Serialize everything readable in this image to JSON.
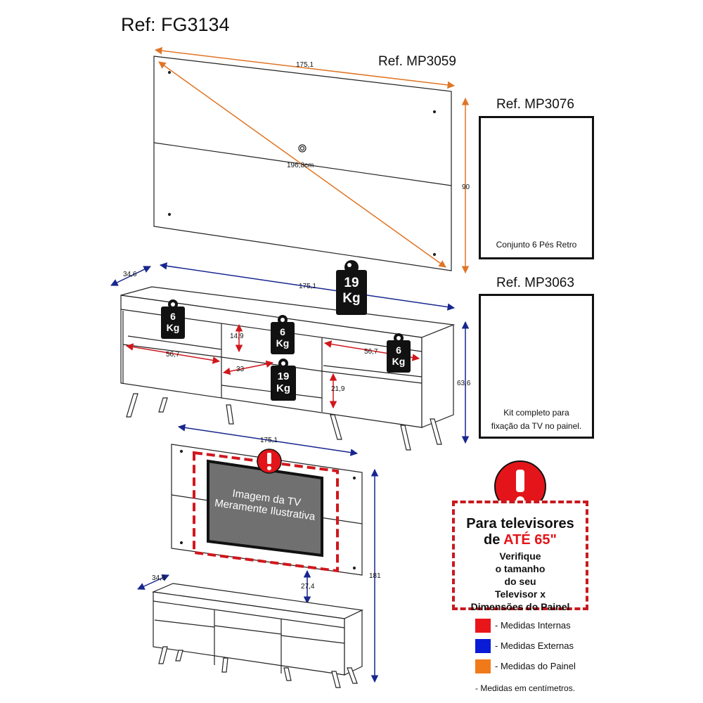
{
  "refs": {
    "main": "Ref: FG3134",
    "panel": "Ref. MP3059",
    "legs": "Ref. MP3076",
    "kit": "Ref. MP3063"
  },
  "panel_dims": {
    "width": "175,1",
    "diagonal": "196,8cm",
    "height": "90"
  },
  "rack_dims": {
    "depth": "34,6",
    "width": "175,1",
    "height": "63,6",
    "left_shelf": "56,7",
    "right_shelf": "56,7",
    "center_top": "14,9",
    "center_width": "33",
    "right_lower": "21,9"
  },
  "weights": {
    "top": {
      "value": "19",
      "unit": "Kg"
    },
    "left_niche": {
      "value": "6",
      "unit": "Kg"
    },
    "center_niche": {
      "value": "6",
      "unit": "Kg"
    },
    "right_niche": {
      "value": "6",
      "unit": "Kg"
    },
    "center_lower": {
      "value": "19",
      "unit": "Kg"
    }
  },
  "legs_box": {
    "caption": "Conjunto 6 Pés Retro"
  },
  "kit_box": {
    "caption_line1": "Kit completo para",
    "caption_line2": "fixação da TV no painel."
  },
  "assembly_dims": {
    "width": "175,1",
    "depth": "34,6",
    "gap": "27,4",
    "total_height": "181"
  },
  "tv_placeholder": {
    "line1": "Imagem da TV",
    "line2": "Meramente Ilustrativa"
  },
  "alert": {
    "title_line1": "Para televisores",
    "title_prefix": "de ",
    "title_highlight": "ATÉ 65\"",
    "sub_lines": [
      "Verifique",
      "o tamanho",
      "do seu",
      "Televisor x",
      "Dimensões do Painel"
    ]
  },
  "legend": {
    "items": [
      {
        "label": "- Medidas Internas",
        "color": "#e8161b"
      },
      {
        "label": "- Medidas Externas",
        "color": "#0a1bd6"
      },
      {
        "label": "- Medidas do Painel",
        "color": "#f07a1a"
      }
    ],
    "note": "- Medidas em centímetros."
  },
  "colors": {
    "internal": "#d0171c",
    "external": "#17268f",
    "panel": "#e07526",
    "alert": "#c8191f"
  }
}
